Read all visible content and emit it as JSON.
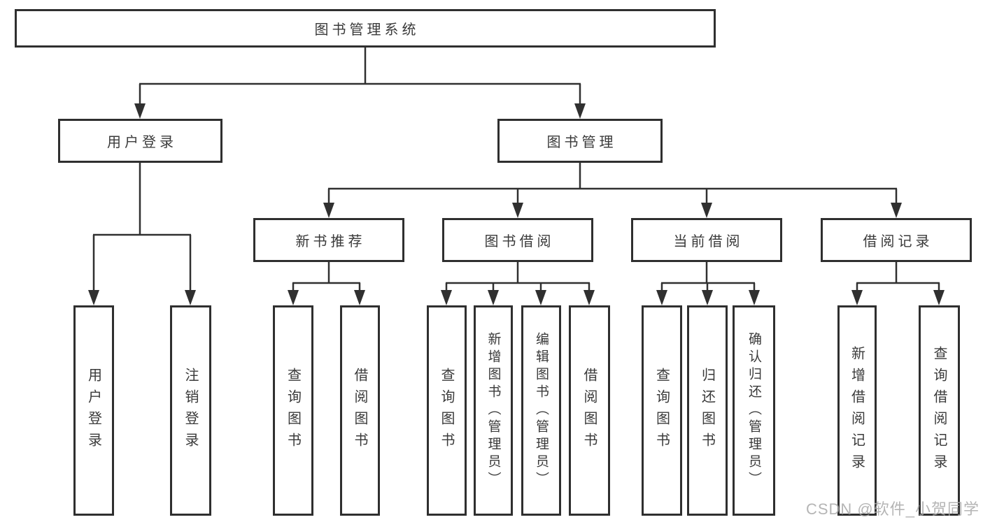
{
  "diagram": {
    "nodes": {
      "root": "图书管理系统",
      "level2": {
        "user_login": "用户登录",
        "book_management": "图书管理"
      },
      "level3": {
        "new_book_recommend": "新书推荐",
        "book_borrowing": "图书借阅",
        "current_borrowing": "当前借阅",
        "borrowing_records": "借阅记录"
      },
      "leaves": {
        "user_login": "用户登录",
        "logout": "注销登录",
        "recommend_query_books": "查询图书",
        "recommend_borrow_books": "借阅图书",
        "borrowing_query_books": "查询图书",
        "borrowing_add_books": "新增图书（管理员）",
        "borrowing_edit_books": "编辑图书（管理员）",
        "borrowing_borrow_books": "借阅图书",
        "current_query_books": "查询图书",
        "current_return_books": "归还图书",
        "current_confirm_return": "确认归还（管理员）",
        "records_add_record": "新增借阅记录",
        "records_query_record": "查询借阅记录"
      }
    },
    "colors": {
      "line": "#303030",
      "box_border": "#2f2f2f",
      "text": "#3a3a3a",
      "watermark": "#a8a8a8",
      "background": "#ffffff"
    }
  },
  "watermark": "CSDN @软件_小贺同学"
}
